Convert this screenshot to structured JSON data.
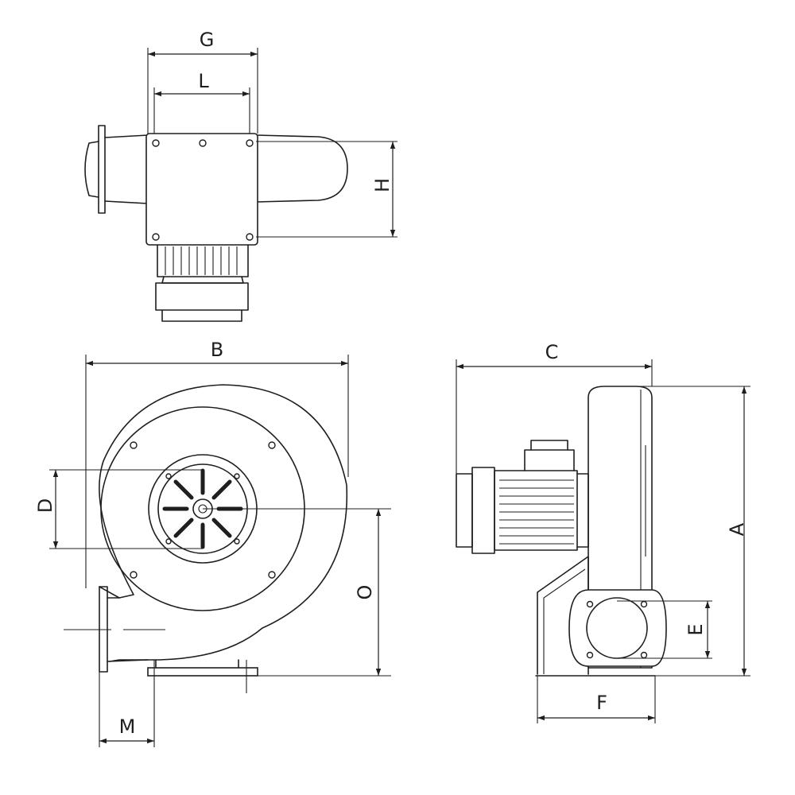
{
  "diagram": {
    "labels": {
      "G": "G",
      "L": "L",
      "H": "H",
      "B": "B",
      "C": "C",
      "D": "D",
      "O": "O",
      "A": "A",
      "E": "E",
      "F": "F",
      "M": "M"
    },
    "colors": {
      "line": "#1e1e1e",
      "background": "#ffffff"
    }
  }
}
